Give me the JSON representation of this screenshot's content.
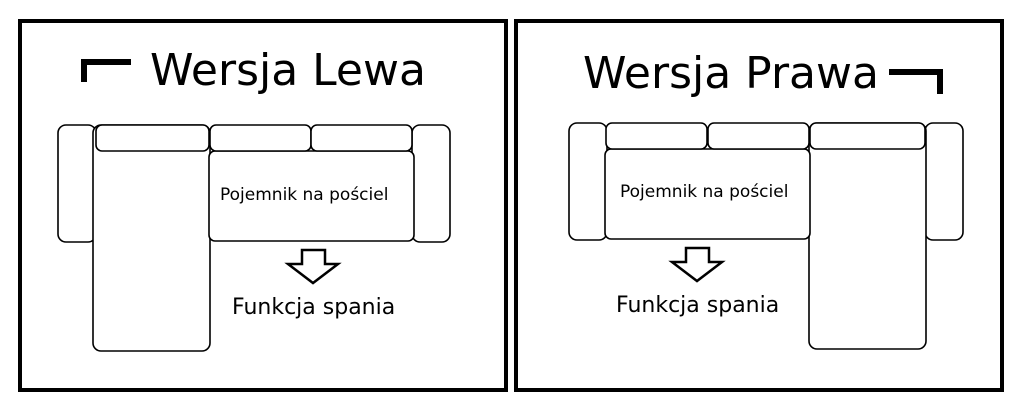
{
  "panels": [
    {
      "title": "Wersja Lewa",
      "storage_label": "Pojemnik na pościel",
      "function_label": "Funkcja spania"
    },
    {
      "title": "Wersja Prawa",
      "storage_label": "Pojemnik na pościel",
      "function_label": "Funkcja spania"
    }
  ]
}
